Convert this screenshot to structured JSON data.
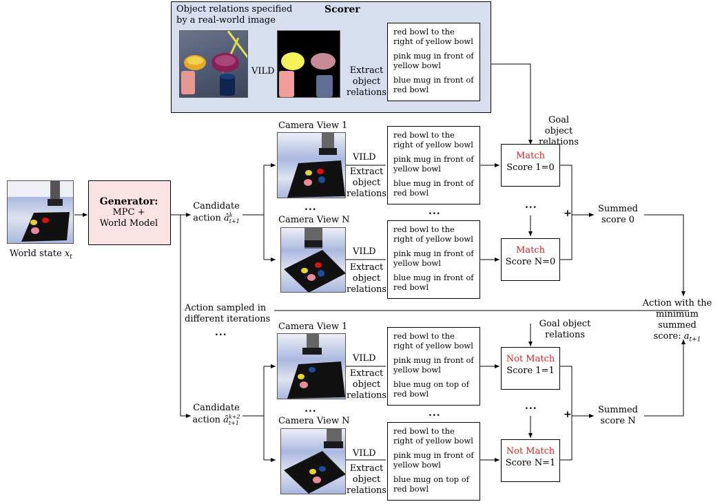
{
  "scorer": {
    "title": "Scorer",
    "caption_line1": "Object relations specified",
    "caption_line2": "by a real-world image",
    "vild": "VILD",
    "extract_line1": "Extract",
    "extract_line2": "object",
    "extract_line3": "relations",
    "relations": [
      "red bowl to the right of yellow bowl",
      "pink mug in front of yellow bowl",
      "blue mug in front of red bowl"
    ]
  },
  "goal_object_relations": "Goal object relations",
  "generator": {
    "title": "Generator:",
    "line2": "MPC +",
    "line3": "World Model"
  },
  "world_state": {
    "label": "World state",
    "symbol": "x",
    "sub": "t"
  },
  "candidate_top": {
    "line1": "Candidate",
    "line2": "action",
    "symbol": "â",
    "sub": "t+1",
    "sup": "k"
  },
  "candidate_bottom": {
    "line1": "Candidate",
    "line2": "action",
    "symbol": "â",
    "sub": "t+1",
    "sup": "k+2"
  },
  "action_sampled": {
    "line1": "Action sampled in",
    "line2": "different iterations"
  },
  "camera_view_1": "Camera View 1",
  "camera_view_n": "Camera View N",
  "vild": "VILD",
  "extract": {
    "l1": "Extract",
    "l2": "object",
    "l3": "relations"
  },
  "ellipsis": "...",
  "relations_top_1": [
    "red bowl to the right of yellow bowl",
    "pink mug in front of yellow bowl",
    "blue mug in front of red bowl"
  ],
  "relations_top_n": [
    "red bowl to the right of yellow bowl",
    "pink mug in front of yellow bowl",
    "blue mug in front of red bowl"
  ],
  "relations_bot_1": [
    "red bowl to the right of yellow bowl",
    "pink mug in front of yellow bowl",
    "blue mug on top of red bowl"
  ],
  "relations_bot_n": [
    "red bowl to the right of yellow bowl",
    "pink mug in front of yellow bowl",
    "blue mug on top of red bowl"
  ],
  "match": {
    "label": "Match",
    "score1": "Score 1=0",
    "scoreN": "Score N=0"
  },
  "not_match": {
    "label": "Not Match",
    "score1": "Score 1=1",
    "scoreN": "Score N=1"
  },
  "plus": "+",
  "summed_top": {
    "line1": "Summed",
    "line2": "score 0"
  },
  "summed_bottom": {
    "line1": "Summed",
    "line2": "score N"
  },
  "result": {
    "line1": "Action with the",
    "line2": "minimum summed",
    "line3": "score:",
    "symbol": "a",
    "sub": "t+1"
  },
  "colors": {
    "scorer_bg": "#d7deef",
    "generator_bg": "#fbe2e4",
    "match_text": "#e02020"
  }
}
